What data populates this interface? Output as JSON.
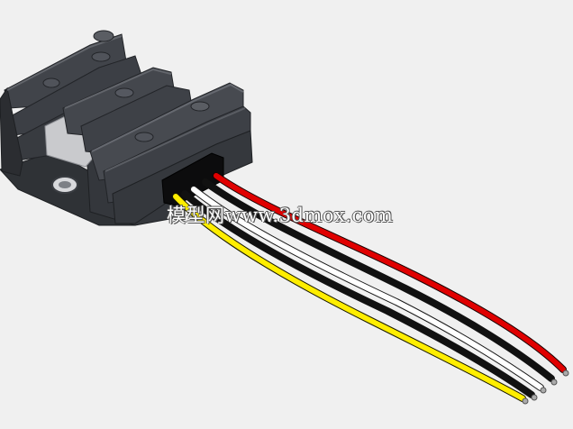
{
  "watermark": {
    "text": "模型网www.3dmox.com"
  },
  "colors": {
    "background": "#f0f0f0",
    "heatsink_body": "#3a3d42",
    "heatsink_edge": "#2a2c30",
    "heatsink_highlight": "#56595f",
    "wire_red": "#e00000",
    "wire_black": "#111111",
    "wire_white": "#ffffff",
    "wire_yellow": "#ffee00",
    "conductor_tip": "#aaaaaa"
  },
  "icons": {
    "device": "heatsink-voltage-regulator",
    "cables": "four-wire-harness"
  }
}
